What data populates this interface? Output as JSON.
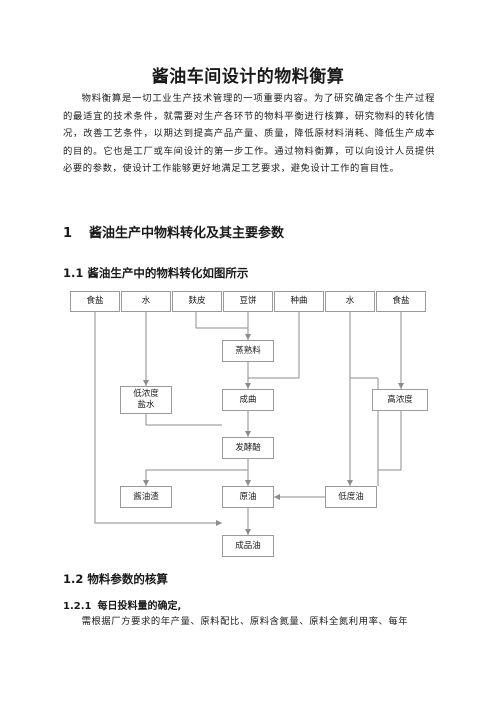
{
  "title": "酱油车间设计的物料衡算",
  "intro": "物料衡算是一切工业生产技术管理的一项重要内容。为了研究确定各个生产过程的最适宜的技术条件，就需要对生产各环节的物料平衡进行核算，研究物料的转化情况，改善工艺条件，以期达到提高产品产量、质量，降低原材料消耗、降低生产成本的目的。它也是工厂或车间设计的第一步工作。通过物料衡算，可以向设计人员提供必要的参数，使设计工作能够更好地满足工艺要求，避免设计工作的盲目性。",
  "section1": {
    "num": "1",
    "title": "酱油生产中物料转化及其主要参数"
  },
  "section1_1": {
    "title": "1.1 酱油生产中的物料转化如图所示"
  },
  "flow": {
    "salt1": "食盐",
    "water1": "水",
    "bran": "麸皮",
    "beancake": "豆饼",
    "koji_seed": "种曲",
    "water2": "水",
    "salt2": "食盐",
    "steamed": "蒸熟料",
    "low_brine": "低浓度\n盐水",
    "koji": "成曲",
    "high_brine": "高浓度",
    "mash": "发酵醅",
    "residue": "酱油渣",
    "raw_oil": "原油",
    "low_oil": "低度油",
    "product": "成品油"
  },
  "section1_2": {
    "title": "1.2 物料参数的核算"
  },
  "section1_2_1": {
    "num": "1.2.1",
    "title": "每日投料量的确定,"
  },
  "para2": "需根据厂方要求的年产量、原料配比、原料含氮量、原料全氮利用率、每年"
}
